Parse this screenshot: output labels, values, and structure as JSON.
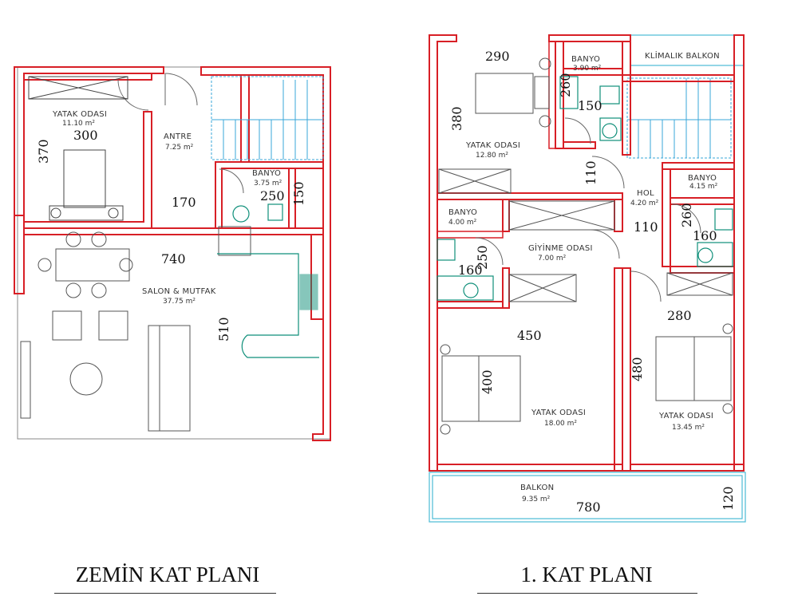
{
  "ground_floor": {
    "title": "ZEMİN KAT PLANI",
    "rooms": {
      "bedroom_name": "YATAK ODASI",
      "bedroom_area": "11.10 m²",
      "entry_name": "ANTRE",
      "entry_area": "7.25 m²",
      "bath_name": "BANYO",
      "bath_area": "3.75 m²",
      "living_name": "SALON & MUTFAK",
      "living_area": "37.75 m²"
    },
    "dims": {
      "d300": "300",
      "d370": "370",
      "d170": "170",
      "d250": "250",
      "d150": "150",
      "d740": "740",
      "d510": "510"
    }
  },
  "first_floor": {
    "title": "1. KAT PLANI",
    "rooms": {
      "bed1_name": "YATAK ODASI",
      "bed1_area": "12.80 m²",
      "bath1_name": "BANYO",
      "bath1_area": "3.90 m²",
      "ac_balcony_name": "KLİMALIK BALKON",
      "hall_name": "HOL",
      "hall_area": "4.20 m²",
      "bath2_name": "BANYO",
      "bath2_area": "4.15 m²",
      "bath3_name": "BANYO",
      "bath3_area": "4.00 m²",
      "dressing_name": "GİYİNME ODASI",
      "dressing_area": "7.00 m²",
      "bed2_name": "YATAK ODASI",
      "bed2_area": "18.00 m²",
      "bed3_name": "YATAK ODASI",
      "bed3_area": "13.45 m²",
      "balcony_name": "BALKON",
      "balcony_area": "9.35 m²"
    },
    "dims": {
      "d290": "290",
      "d380": "380",
      "d260a": "260",
      "d150": "150",
      "d110a": "110",
      "d110b": "110",
      "d260b": "260",
      "d160a": "160",
      "d250": "250",
      "d160b": "160",
      "d450": "450",
      "d400": "400",
      "d280": "280",
      "d480": "480",
      "d780": "780",
      "d120": "120"
    }
  },
  "colors": {
    "wall": "#d81f26",
    "wall_fill": "#ffffff",
    "stairs": "#3aa7d8",
    "fixtures": "#0f8f7a",
    "balcony": "#4bbad6"
  }
}
